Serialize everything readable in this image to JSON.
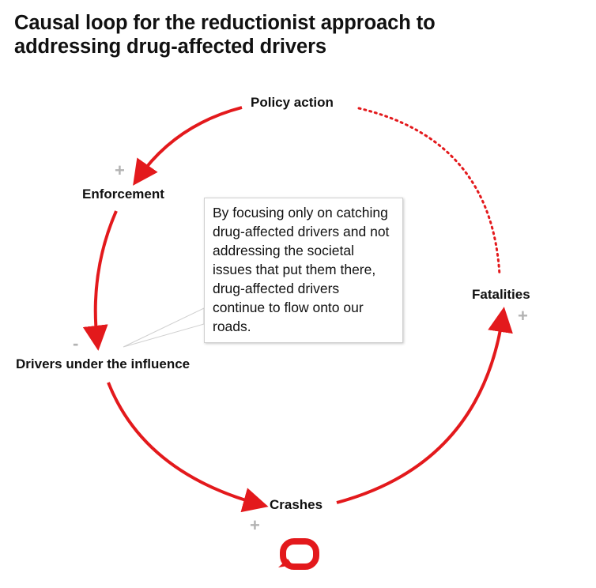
{
  "title": {
    "line1": "Causal loop for the reductionist approach to",
    "line2": "addressing drug-affected drivers"
  },
  "nodes": {
    "policy_action": "Policy action",
    "enforcement": "Enforcement",
    "drivers": "Drivers under the influence",
    "crashes": "Crashes",
    "fatalities": "Fatalities"
  },
  "signs": {
    "enforcement": "+",
    "drivers": "-",
    "crashes": "+",
    "fatalities": "+"
  },
  "callout": {
    "text": "By focusing only on catching drug-affected drivers and not addressing the societal issues that put them there, drug-affected drivers continue to flow onto our roads."
  },
  "colors": {
    "arrow": "#e3191c",
    "sign": "#b3b3b3",
    "logo": "#e3191c"
  },
  "logo": {
    "icon": "speech-bubble-logo-icon"
  }
}
